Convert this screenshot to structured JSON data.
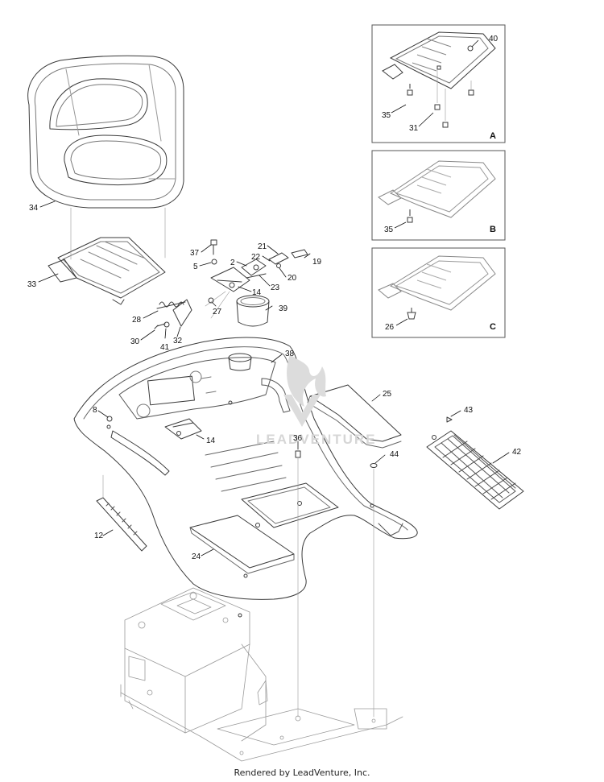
{
  "footer_text": "Rendered by LeadVenture, Inc.",
  "watermark_text": "LEADVENTURE",
  "variant_labels": [
    "A",
    "B",
    "C"
  ],
  "callouts": {
    "c2": "2",
    "c5": "5",
    "c8": "8",
    "c12": "12",
    "c14a": "14",
    "c14b": "14",
    "c19": "19",
    "c20": "20",
    "c21": "21",
    "c22": "22",
    "c23": "23",
    "c24": "24",
    "c25": "25",
    "c26": "26",
    "c27": "27",
    "c28": "28",
    "c30": "30",
    "c31": "31",
    "c32": "32",
    "c33": "33",
    "c34": "34",
    "c35a": "35",
    "c35b": "35",
    "c36": "36",
    "c37": "37",
    "c38": "38",
    "c39": "39",
    "c40": "40",
    "c41": "41",
    "c42": "42",
    "c43": "43",
    "c44": "44"
  },
  "colors": {
    "line": "#3a3a3a",
    "light_line": "#9a9a9a",
    "panel_border": "#555555",
    "watermark": "#d8d8d8"
  }
}
